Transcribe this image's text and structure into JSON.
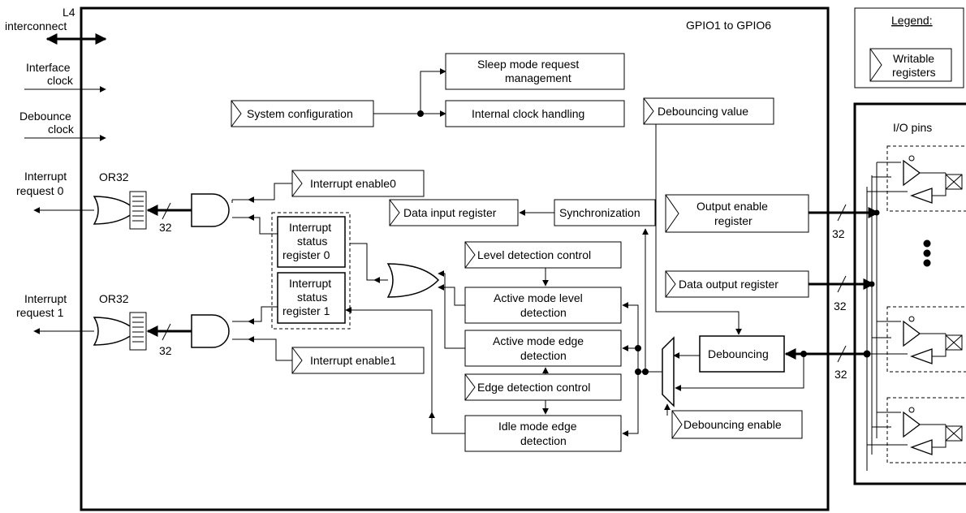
{
  "gpio_label": "GPIO1 to GPIO6",
  "legend": {
    "title": "Legend:",
    "writable_line1": "Writable",
    "writable_line2": "registers"
  },
  "external_signals": {
    "l4_line1": "L4",
    "l4_line2": "interconnect",
    "iface_line1": "Interface",
    "iface_line2": "clock",
    "deb_line1": "Debounce",
    "deb_line2": "clock",
    "irq0_line1": "Interrupt",
    "irq0_line2": "request 0",
    "irq1_line1": "Interrupt",
    "irq1_line2": "request 1"
  },
  "io_pins_label": "I/O pins",
  "or_gates": {
    "or0": "OR32",
    "or1": "OR32"
  },
  "bus_width": "32",
  "blocks": {
    "sleep_line1": "Sleep mode request",
    "sleep_line2": "management",
    "internal_clock": "Internal clock handling",
    "system_config": "System configuration",
    "debouncing_value": "Debouncing value",
    "interrupt_enable0": "Interrupt enable0",
    "interrupt_enable1": "Interrupt enable1",
    "data_input": "Data input register",
    "synchronization": "Synchronization",
    "output_enable_line1": "Output enable",
    "output_enable_line2": "register",
    "isr0_line1": "Interrupt",
    "isr0_line2": "status",
    "isr0_line3": "register 0",
    "isr1_line1": "Interrupt",
    "isr1_line2": "status",
    "isr1_line3": "register 1",
    "level_control": "Level detection control",
    "active_level_line1": "Active mode level",
    "active_level_line2": "detection",
    "active_edge_line1": "Active mode edge",
    "active_edge_line2": "detection",
    "edge_control": "Edge detection control",
    "idle_edge_line1": "Idle mode edge",
    "idle_edge_line2": "detection",
    "data_output": "Data output register",
    "debouncing": "Debouncing",
    "debouncing_enable": "Debouncing enable"
  },
  "pin_icon": "crossed-box-pad-icon",
  "ellipsis_icon": "vertical-ellipsis-icon"
}
